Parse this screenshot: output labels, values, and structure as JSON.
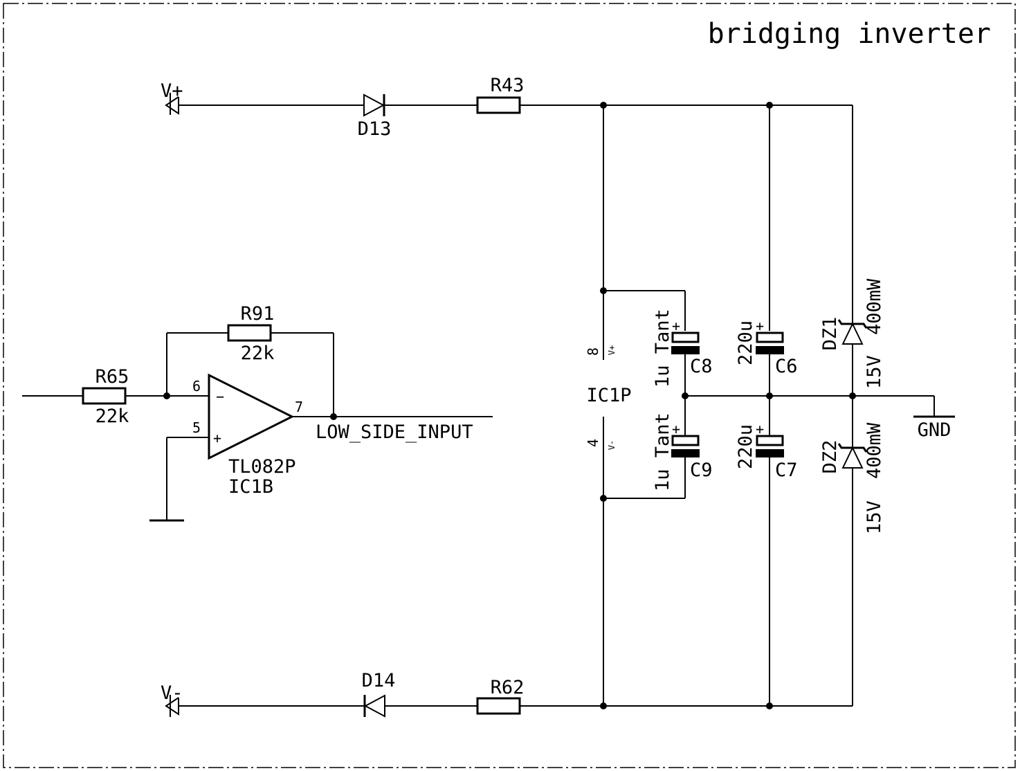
{
  "title": "bridging inverter",
  "supplies": {
    "vplus": "V+",
    "vminus": "V-",
    "gnd": "GND"
  },
  "diodes": {
    "d13": "D13",
    "d14": "D14"
  },
  "resistors": {
    "r43": "R43",
    "r62": "R62",
    "r91": {
      "name": "R91",
      "value": "22k"
    },
    "r65": {
      "name": "R65",
      "value": "22k"
    }
  },
  "opamp": {
    "type": "TL082P",
    "ref": "IC1B",
    "pin_inv": "6",
    "pin_noninv": "5",
    "pin_out": "7",
    "minus_sign": "−",
    "plus_sign": "+"
  },
  "net_low_side": "LOW_SIDE_INPUT",
  "power_unit": {
    "name": "IC1P",
    "pin8": "8",
    "pin4": "4",
    "vplus_label": "V+",
    "vminus_label": "V-"
  },
  "capacitors": {
    "c8": {
      "name": "C8",
      "value": "1u Tant"
    },
    "c9": {
      "name": "C9",
      "value": "1u Tant"
    },
    "c6": {
      "name": "C6",
      "value": "220u"
    },
    "c7": {
      "name": "C7",
      "value": "220u"
    },
    "polarity": "+"
  },
  "zeners": {
    "dz1": {
      "name": "DZ1",
      "voltage": "15V",
      "power": "400mW"
    },
    "dz2": {
      "name": "DZ2",
      "voltage": "15V",
      "power": "400mW"
    }
  }
}
